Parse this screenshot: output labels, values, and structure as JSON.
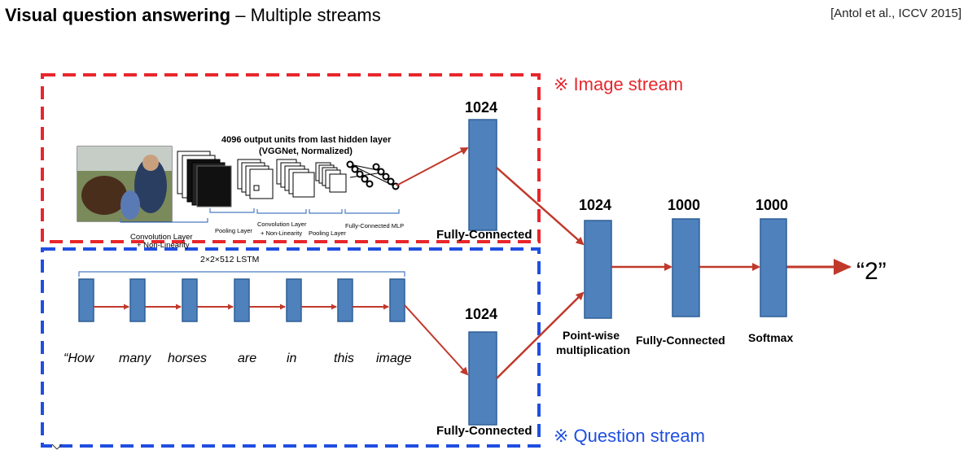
{
  "slide": {
    "title_bold": "Visual question answering",
    "title_rest": " – Multiple streams",
    "citation": "[Antol et al., ICCV 2015]"
  },
  "streams": {
    "image_stream_label": "※ Image stream",
    "question_stream_label": "※ Question stream"
  },
  "cnn": {
    "output_label_1": "4096 output  units from last hidden layer",
    "output_label_2": "(VGGNet, Normalized)",
    "conv1_label_1": "Convolution Layer",
    "conv1_label_2": "+ Non-Linearity",
    "pool1_label": "Pooling Layer",
    "conv2_label_1": "Convolution Layer",
    "conv2_label_2": "+ Non-Linearity",
    "pool2_label": "Pooling  Layer",
    "fc_label": "Fully-Connected MLP"
  },
  "lstm": {
    "label": "2×2×512 LSTM",
    "words": [
      "“How",
      "many",
      "horses",
      "are",
      "in",
      "this",
      "image"
    ]
  },
  "layers": {
    "img_fc_size": "1024",
    "img_fc_label": "Fully-Connected",
    "q_fc_size": "1024",
    "q_fc_label": "Fully-Connected",
    "pw_size": "1024",
    "pw_label_1": "Point-wise",
    "pw_label_2": "multiplication",
    "fc_size": "1000",
    "fc_label": "Fully-Connected",
    "sm_size": "1000",
    "sm_label": "Softmax",
    "answer": "“2”"
  },
  "colors": {
    "red_dashed": "#e8262b",
    "blue_dashed": "#1f4fe0",
    "block_fill": "#4f81bd",
    "block_stroke": "#2f5f95",
    "arrow": "#c0392b"
  }
}
